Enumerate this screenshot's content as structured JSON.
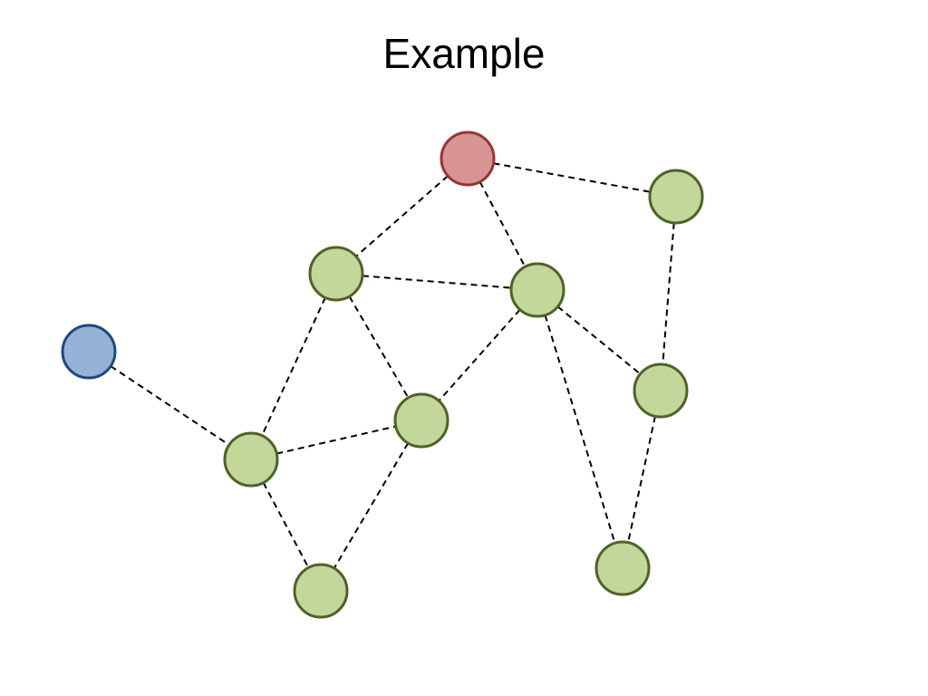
{
  "title": "Example",
  "colors": {
    "edge": "#000000",
    "default_fill": "#c4d79b",
    "default_stroke": "#4f6228",
    "red_fill": "#d99594",
    "red_stroke": "#953735",
    "blue_fill": "#95b3d7",
    "blue_stroke": "#1f497d"
  },
  "nodes": [
    {
      "id": "red",
      "kind": "red"
    },
    {
      "id": "n1",
      "kind": "default"
    },
    {
      "id": "n2",
      "kind": "default"
    },
    {
      "id": "n3",
      "kind": "default"
    },
    {
      "id": "blue",
      "kind": "blue"
    },
    {
      "id": "n4",
      "kind": "default"
    },
    {
      "id": "n5",
      "kind": "default"
    },
    {
      "id": "n6",
      "kind": "default"
    },
    {
      "id": "n7",
      "kind": "default"
    },
    {
      "id": "n8",
      "kind": "default"
    }
  ],
  "edges": [
    [
      "red",
      "n1"
    ],
    [
      "red",
      "n2"
    ],
    [
      "red",
      "n3"
    ],
    [
      "n1",
      "n3"
    ],
    [
      "n1",
      "n5"
    ],
    [
      "n1",
      "n6"
    ],
    [
      "n2",
      "n4"
    ],
    [
      "n3",
      "n4"
    ],
    [
      "n3",
      "n6"
    ],
    [
      "n3",
      "n8"
    ],
    [
      "n4",
      "n8"
    ],
    [
      "blue",
      "n5"
    ],
    [
      "n5",
      "n6"
    ],
    [
      "n5",
      "n7"
    ],
    [
      "n6",
      "n7"
    ]
  ]
}
